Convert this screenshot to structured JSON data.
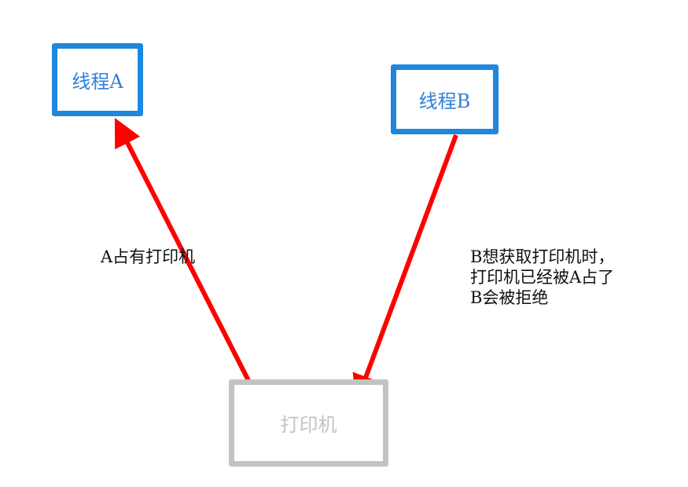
{
  "diagram": {
    "thread_a": {
      "label": "线程A"
    },
    "thread_b": {
      "label": "线程B"
    },
    "printer": {
      "label": "打印机"
    },
    "note_a": "A占有打印机",
    "note_b": [
      "B想获取打印机时，",
      "打印机已经被A占了",
      "B会被拒绝"
    ],
    "colors": {
      "thread_border": "#1f87dc",
      "thread_text": "#2f7fd6",
      "printer": "#c3c3c3",
      "arrow": "#ff0000"
    }
  }
}
